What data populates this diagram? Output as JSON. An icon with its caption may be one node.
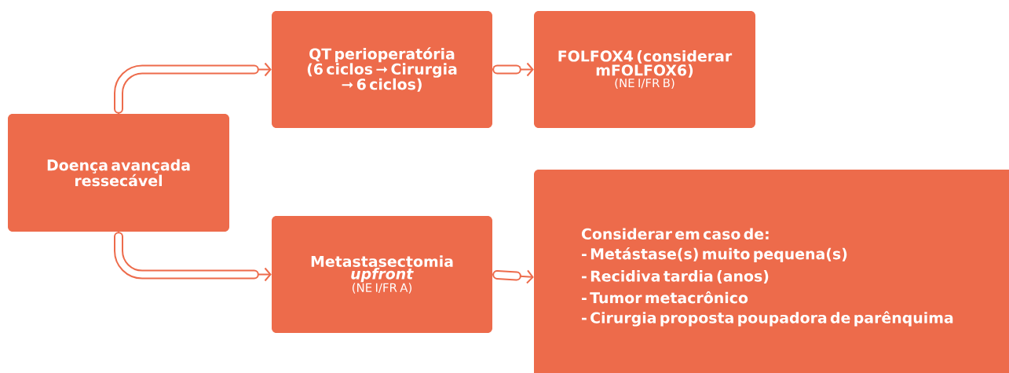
{
  "diagram": {
    "nodes": [
      {
        "text": [
          "Doença avançada ressecável"
        ]
      },
      {
        "text": [
          "QT perioperatória (6 ciclos ➞ Cirurgia ➞ 6 ciclos)"
        ]
      },
      {
        "text": [
          "FOLFOX4 (considerar mFOLFOX6)",
          "(NE I/FR B)"
        ]
      },
      {
        "text": [
          "Metastasectomia *upfront*",
          "(NE I/FR A)"
        ]
      },
      {
        "text": [
          "Considerar em caso de:",
          "- Metástase(s) muito pequena(s)",
          "- Recidiva tardia (anos)",
          "- Tumor metacrônico",
          "- Cirurgia proposta poupadora de parênquima"
        ]
      }
    ],
    "edges": [
      {
        "from": 0,
        "to": 1,
        "arrow": "to"
      },
      {
        "from": 1,
        "to": 2,
        "arrow": "to"
      },
      {
        "from": 0,
        "to": 3,
        "arrow": "to"
      },
      {
        "from": 3,
        "to": 4,
        "arrow": "to"
      }
    ]
  }
}
